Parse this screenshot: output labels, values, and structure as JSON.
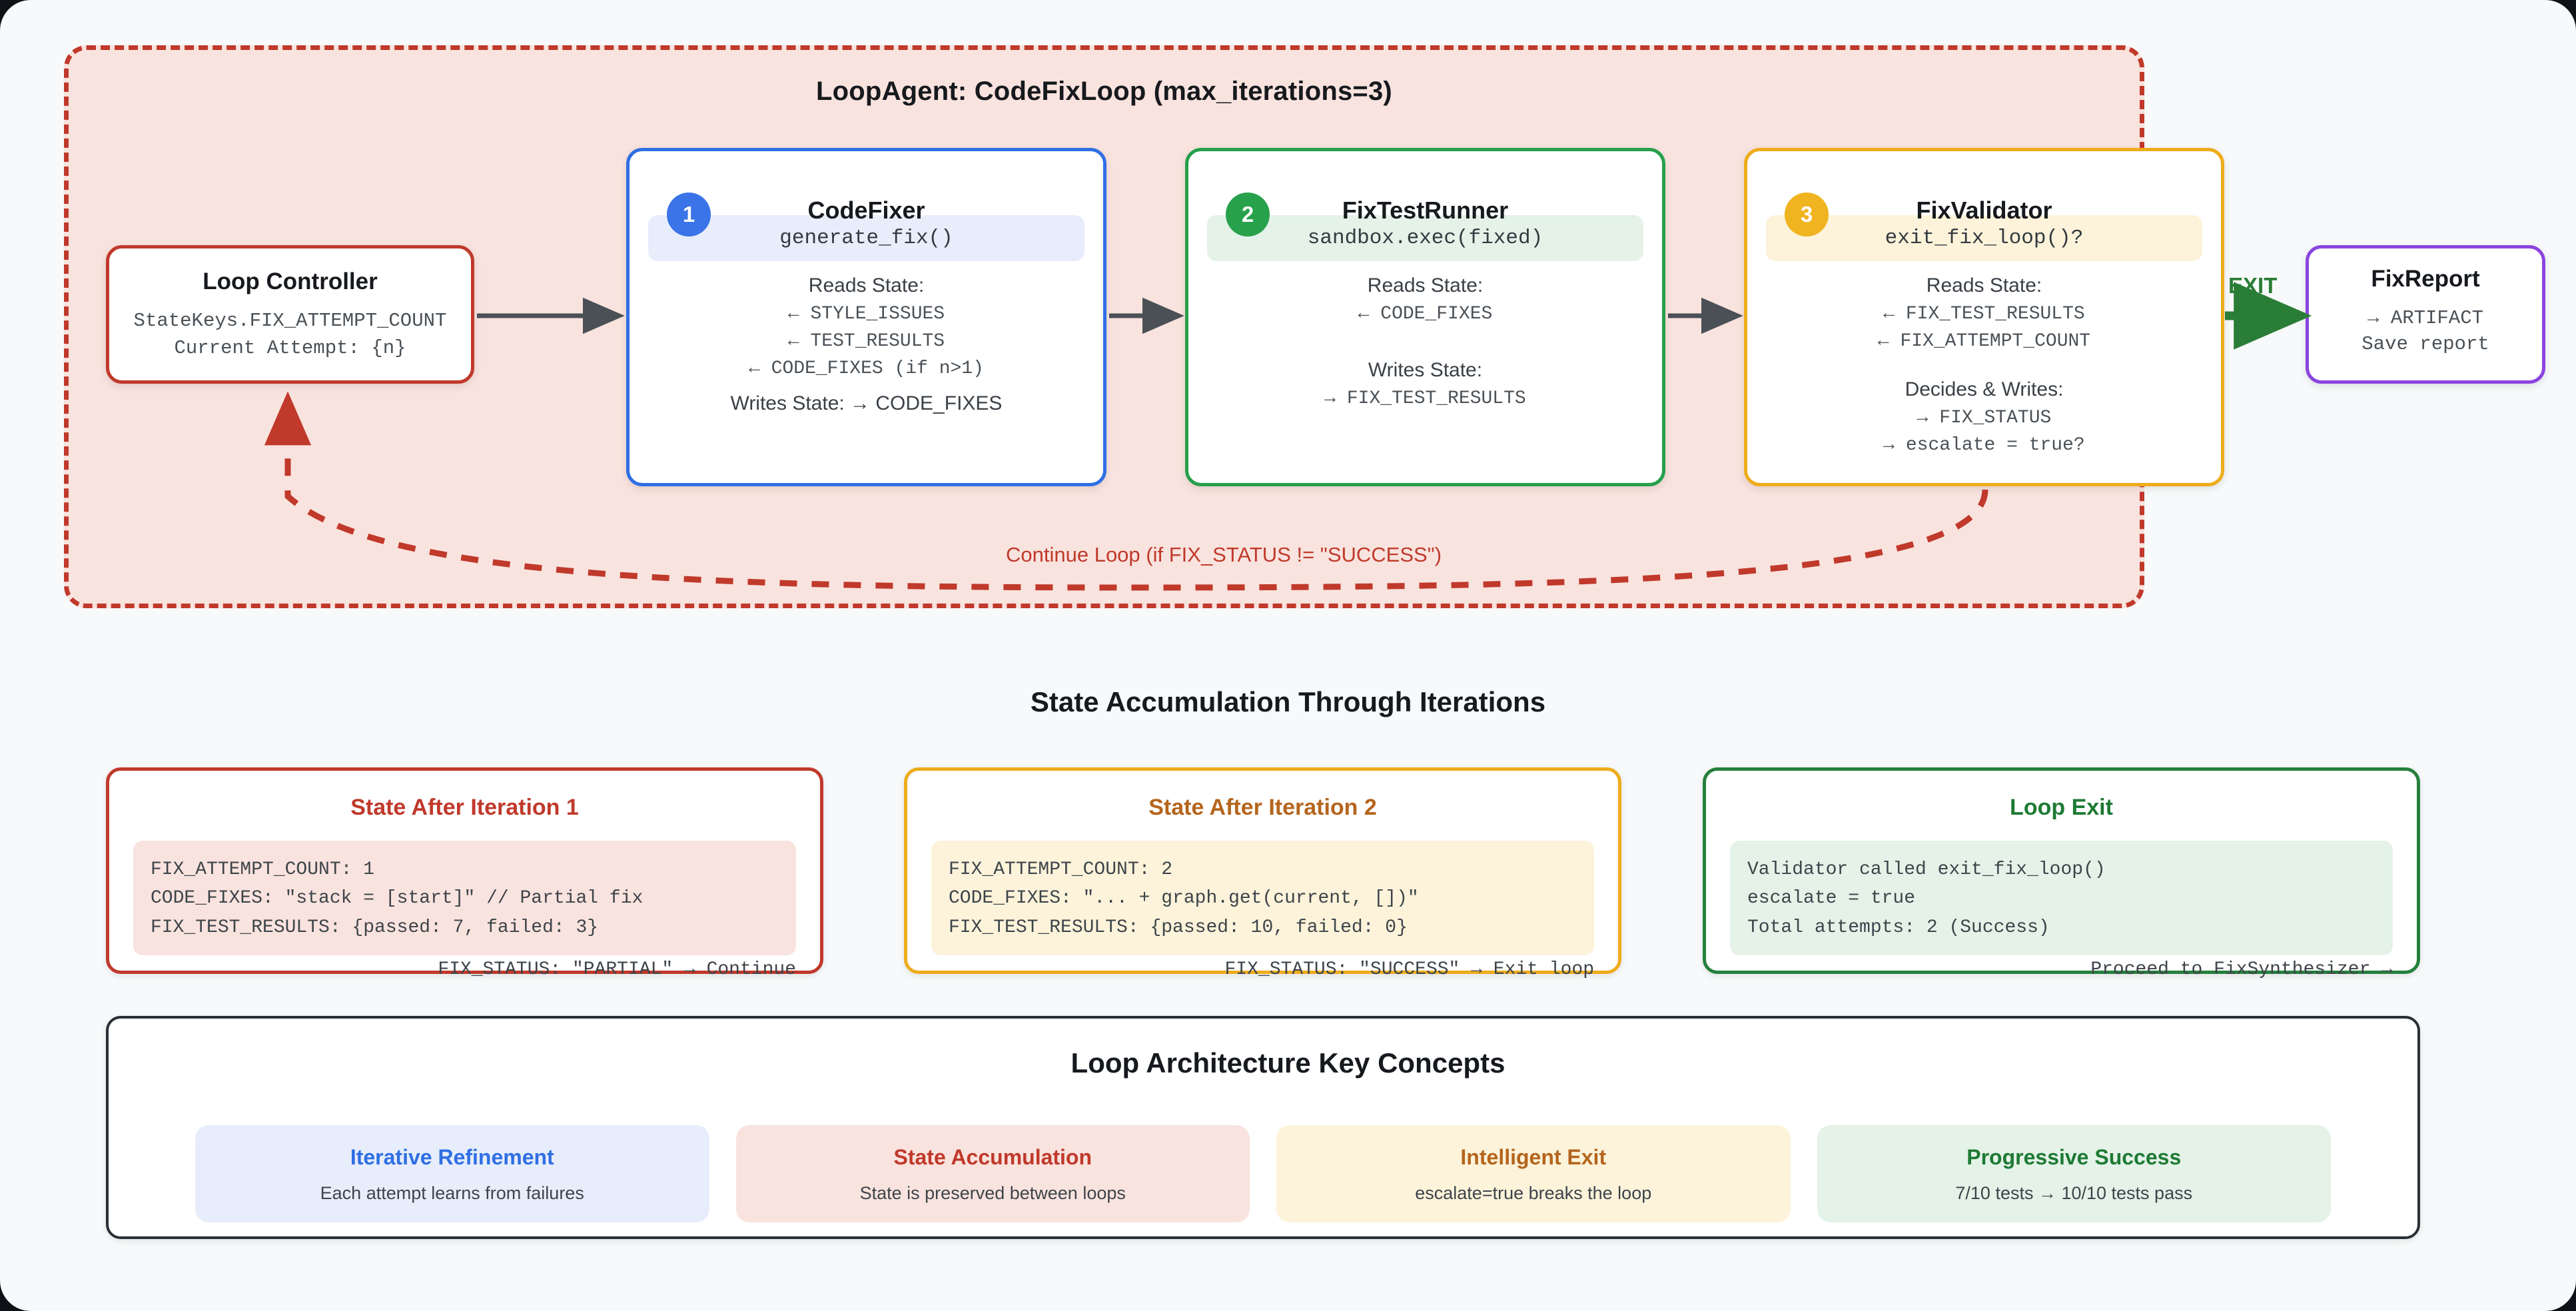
{
  "loop": {
    "title": "LoopAgent: CodeFixLoop (max_iterations=3)",
    "continue_label": "Continue Loop (if FIX_STATUS != \"SUCCESS\")",
    "exit_label": "EXIT",
    "accent_border": "#c0392b",
    "accent_fill": "#f9e3de"
  },
  "controller": {
    "title": "Loop Controller",
    "line1": "StateKeys.FIX_ATTEMPT_COUNT",
    "line2": "Current Attempt: {n}"
  },
  "nodes": [
    {
      "number": "1",
      "title": "CodeFixer",
      "call": "generate_fix()",
      "reads_label": "Reads State:",
      "reads": [
        "← STYLE_ISSUES",
        "← TEST_RESULTS",
        "← CODE_FIXES (if n>1)"
      ],
      "writes_label": "Writes State: → CODE_FIXES",
      "writes": [],
      "color": "#2f6fe4"
    },
    {
      "number": "2",
      "title": "FixTestRunner",
      "call": "sandbox.exec(fixed)",
      "reads_label": "Reads State:",
      "reads": [
        "← CODE_FIXES"
      ],
      "writes_label": "Writes State:",
      "writes": [
        "→ FIX_TEST_RESULTS"
      ],
      "color": "#25a04a"
    },
    {
      "number": "3",
      "title": "FixValidator",
      "call": "exit_fix_loop()?",
      "reads_label": "Reads State:",
      "reads": [
        "← FIX_TEST_RESULTS",
        "← FIX_ATTEMPT_COUNT"
      ],
      "writes_label": "Decides & Writes:",
      "writes": [
        "→ FIX_STATUS",
        "→ escalate = true?"
      ],
      "color": "#eeac1c"
    }
  ],
  "report": {
    "title": "FixReport",
    "line1": "→ ARTIFACT",
    "line2": "Save report"
  },
  "state_section": {
    "title": "State Accumulation Through Iterations",
    "cards": [
      {
        "title": "State After Iteration 1",
        "lines": [
          "FIX_ATTEMPT_COUNT: 1",
          "CODE_FIXES: \"stack = [start]\" // Partial fix",
          "FIX_TEST_RESULTS: {passed: 7, failed: 3}"
        ],
        "footer": "FIX_STATUS: \"PARTIAL\" → Continue"
      },
      {
        "title": "State After Iteration 2",
        "lines": [
          "FIX_ATTEMPT_COUNT: 2",
          "CODE_FIXES: \"... + graph.get(current, [])\"",
          "FIX_TEST_RESULTS: {passed: 10, failed: 0}"
        ],
        "footer": "FIX_STATUS: \"SUCCESS\" → Exit loop"
      },
      {
        "title": "Loop Exit",
        "lines": [
          "Validator called exit_fix_loop()",
          "escalate = true",
          "Total attempts: 2 (Success)"
        ],
        "footer": "Proceed to FixSynthesizer →"
      }
    ]
  },
  "concepts_section": {
    "title": "Loop Architecture Key Concepts",
    "items": [
      {
        "title": "Iterative Refinement",
        "subtitle": "Each attempt learns from failures"
      },
      {
        "title": "State Accumulation",
        "subtitle": "State is preserved between loops"
      },
      {
        "title": "Intelligent Exit",
        "subtitle": "escalate=true breaks the loop"
      },
      {
        "title": "Progressive Success",
        "subtitle": "7/10 tests → 10/10 tests pass"
      }
    ]
  }
}
